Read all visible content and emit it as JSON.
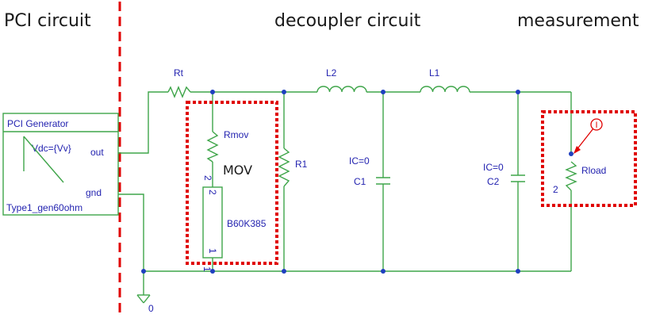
{
  "sections": {
    "pci": "PCI circuit",
    "decoupler": "decoupler circuit",
    "measurement": "measurement"
  },
  "generator": {
    "title": "PCI Generator",
    "param": "Vdc={Vv}",
    "out": "out",
    "gnd": "gnd",
    "model": "Type1_gen60ohm"
  },
  "labels": {
    "rt": "Rt",
    "l2": "L2",
    "l1": "L1",
    "rmov": "Rmov",
    "mov": "MOV",
    "r1": "R1",
    "ic_c1": "IC=0",
    "c1": "C1",
    "ic_c2": "IC=0",
    "c2": "C2",
    "rload": "Rload",
    "pin_2_rmov": "2",
    "pin_2_mov": "2",
    "pin_1_mov": "1",
    "pin_1_bottom": "1",
    "pin_2_rload": "2",
    "b60": "B60K385",
    "probe": "I",
    "ground": "0"
  },
  "colors": {
    "wire": "#3fa54a",
    "label": "#2323b0",
    "node": "#1f3fbf",
    "highlight": "#e00000"
  }
}
